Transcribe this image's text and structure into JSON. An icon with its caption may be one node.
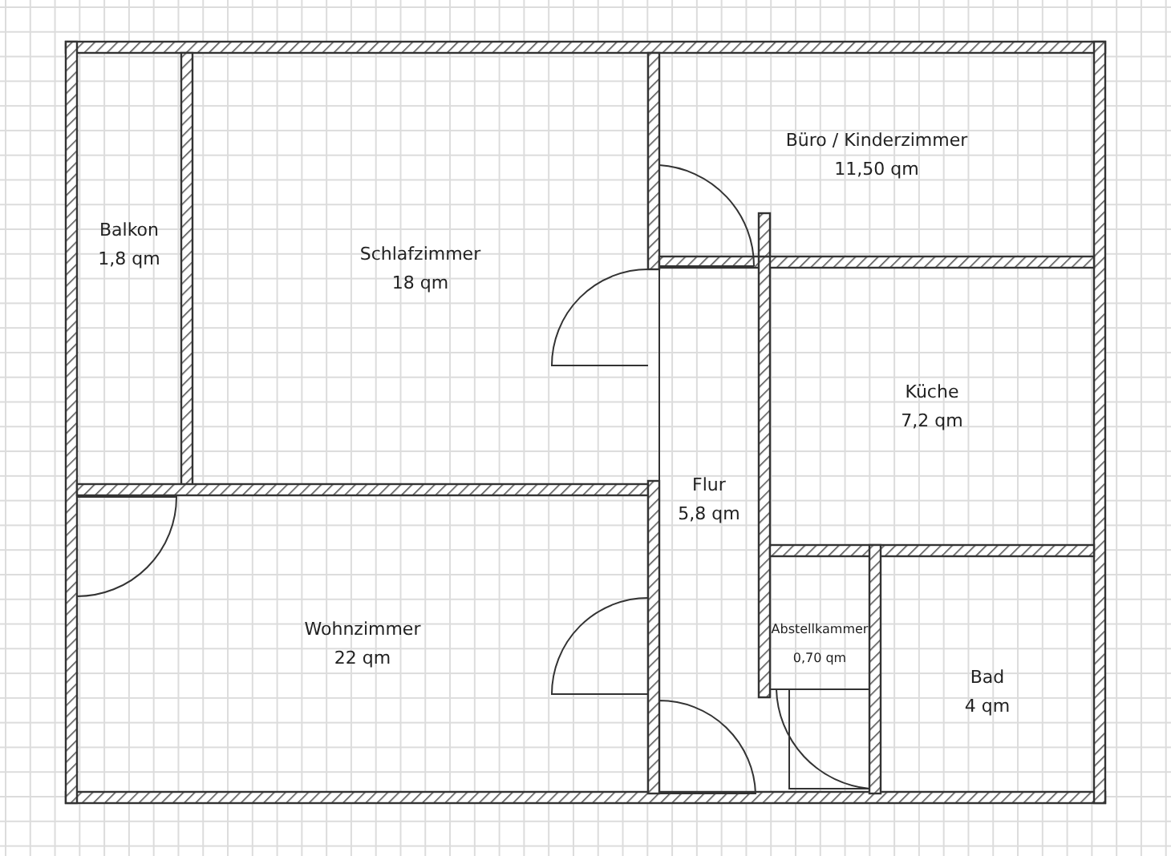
{
  "diagram": {
    "nodes": [
      {
        "text": [
          "Balkon",
          "1,8 qm"
        ]
      },
      {
        "text": [
          "Schlafzimmer",
          "18 qm"
        ]
      },
      {
        "text": [
          "Büro / Kinderzimmer",
          "11,50 qm"
        ]
      },
      {
        "text": [
          "Küche",
          "7,2 qm"
        ]
      },
      {
        "text": [
          "Flur",
          "5,8 qm"
        ]
      },
      {
        "text": [
          "Wohnzimmer",
          "22 qm"
        ]
      },
      {
        "text": [
          "Abstellkammer",
          "0,70 qm"
        ]
      },
      {
        "text": [
          "Bad",
          "4 qm"
        ]
      }
    ]
  }
}
